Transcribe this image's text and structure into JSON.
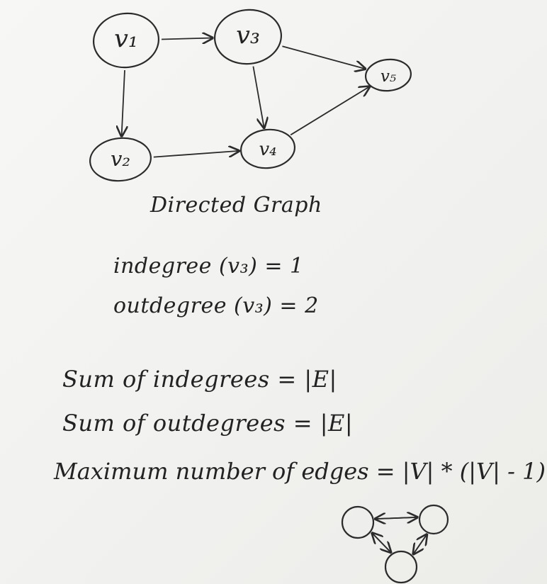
{
  "graph": {
    "nodes": [
      {
        "id": "v1",
        "label": "v₁"
      },
      {
        "id": "v2",
        "label": "v₂"
      },
      {
        "id": "v3",
        "label": "v₃"
      },
      {
        "id": "v4",
        "label": "v₄"
      },
      {
        "id": "v5",
        "label": "v₅"
      }
    ],
    "edges": [
      {
        "from": "v1",
        "to": "v3"
      },
      {
        "from": "v1",
        "to": "v2"
      },
      {
        "from": "v3",
        "to": "v4"
      },
      {
        "from": "v3",
        "to": "v5"
      },
      {
        "from": "v2",
        "to": "v4"
      },
      {
        "from": "v4",
        "to": "v5"
      }
    ]
  },
  "title": "Directed Graph",
  "equations": {
    "indegree_v3": "indegree (v₃) = 1",
    "outdegree_v3": "outdegree (v₃) = 2",
    "sum_indegrees": "Sum of indegrees  =  |E|",
    "sum_outdegrees": "Sum of outdegrees  =  |E|",
    "max_edges": "Maximum number of edges = |V| * (|V| - 1)"
  },
  "mini_graph": {
    "nodes": 3,
    "edges": [
      {
        "from": 0,
        "to": 1
      },
      {
        "from": 1,
        "to": 0
      },
      {
        "from": 1,
        "to": 2
      },
      {
        "from": 2,
        "to": 1
      },
      {
        "from": 0,
        "to": 2
      },
      {
        "from": 2,
        "to": 0
      }
    ]
  }
}
